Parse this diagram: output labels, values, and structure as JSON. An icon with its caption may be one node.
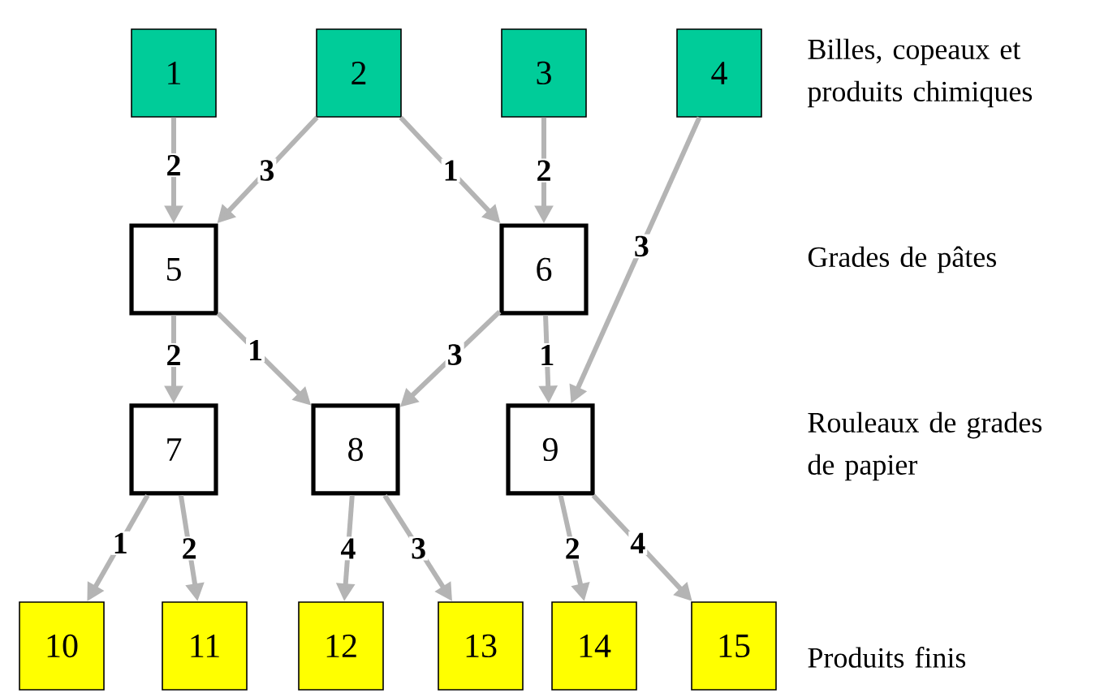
{
  "diagram": {
    "nodes": [
      {
        "text": [
          "1"
        ]
      },
      {
        "text": [
          "2"
        ]
      },
      {
        "text": [
          "3"
        ]
      },
      {
        "text": [
          "4"
        ]
      },
      {
        "text": [
          "5"
        ]
      },
      {
        "text": [
          "6"
        ]
      },
      {
        "text": [
          "7"
        ]
      },
      {
        "text": [
          "8"
        ]
      },
      {
        "text": [
          "9"
        ]
      },
      {
        "text": [
          "10"
        ]
      },
      {
        "text": [
          "11"
        ]
      },
      {
        "text": [
          "12"
        ]
      },
      {
        "text": [
          "13"
        ]
      },
      {
        "text": [
          "14"
        ]
      },
      {
        "text": [
          "15"
        ]
      }
    ],
    "edges": [
      {
        "from": 0,
        "to": 4,
        "arrow": "to",
        "label": "2"
      },
      {
        "from": 1,
        "to": 4,
        "arrow": "to",
        "label": "3"
      },
      {
        "from": 1,
        "to": 5,
        "arrow": "to",
        "label": "1"
      },
      {
        "from": 2,
        "to": 5,
        "arrow": "to",
        "label": "2"
      },
      {
        "from": 3,
        "to": 8,
        "arrow": "to",
        "label": "3"
      },
      {
        "from": 4,
        "to": 6,
        "arrow": "to",
        "label": "2"
      },
      {
        "from": 4,
        "to": 7,
        "arrow": "to",
        "label": "1"
      },
      {
        "from": 5,
        "to": 7,
        "arrow": "to",
        "label": "3"
      },
      {
        "from": 5,
        "to": 8,
        "arrow": "to",
        "label": "1"
      },
      {
        "from": 6,
        "to": 9,
        "arrow": "to",
        "label": "1"
      },
      {
        "from": 6,
        "to": 10,
        "arrow": "to",
        "label": "2"
      },
      {
        "from": 7,
        "to": 11,
        "arrow": "to",
        "label": "4"
      },
      {
        "from": 7,
        "to": 12,
        "arrow": "to",
        "label": "3"
      },
      {
        "from": 8,
        "to": 13,
        "arrow": "to",
        "label": "2"
      },
      {
        "from": 8,
        "to": 14,
        "arrow": "to",
        "label": "4"
      }
    ],
    "labels": [
      "Billes, copeaux et produits chimiques",
      "Grades de pâtes",
      "Rouleaux de grades de papier",
      "Produits finis"
    ]
  }
}
